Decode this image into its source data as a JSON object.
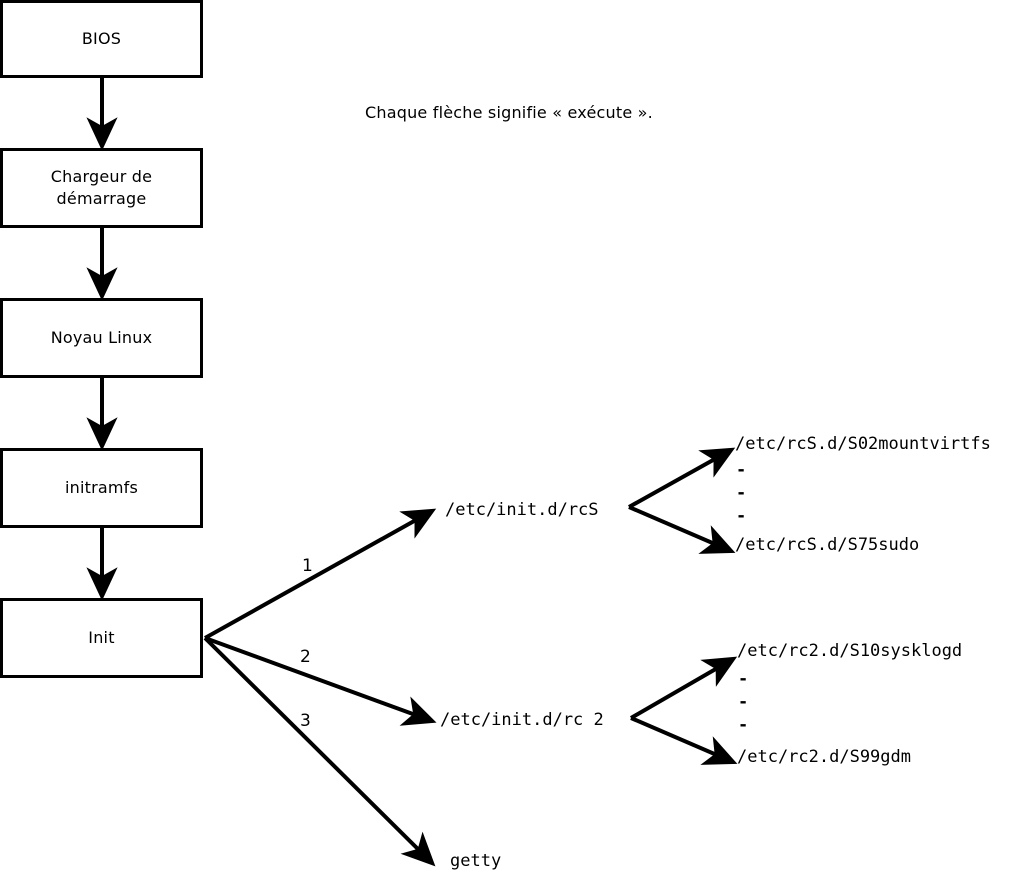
{
  "diagram": {
    "title_caption": "Chaque flèche signifie « exécute ».",
    "colors": {
      "stroke": "#000000",
      "background": "#ffffff",
      "text": "#000000"
    },
    "boot_chain": [
      {
        "id": "bios",
        "label": "BIOS"
      },
      {
        "id": "bootloader",
        "label": "Chargeur de\ndémarrage"
      },
      {
        "id": "kernel",
        "label": "Noyau Linux"
      },
      {
        "id": "initramfs",
        "label": "initramfs"
      },
      {
        "id": "init",
        "label": "Init"
      }
    ],
    "init_branches": [
      {
        "number": "1",
        "target": "/etc/init.d/rcS"
      },
      {
        "number": "2",
        "target": "/etc/init.d/rc 2"
      },
      {
        "number": "3",
        "target": "getty"
      }
    ],
    "rcs_scripts": {
      "first": "/etc/rcS.d/S02mountvirtfs",
      "ellipsis": [
        "-",
        "-",
        "-"
      ],
      "last": "/etc/rcS.d/S75sudo"
    },
    "rc2_scripts": {
      "first": "/etc/rc2.d/S10sysklogd",
      "ellipsis": [
        "-",
        "-",
        "-"
      ],
      "last": "/etc/rc2.d/S99gdm"
    }
  }
}
